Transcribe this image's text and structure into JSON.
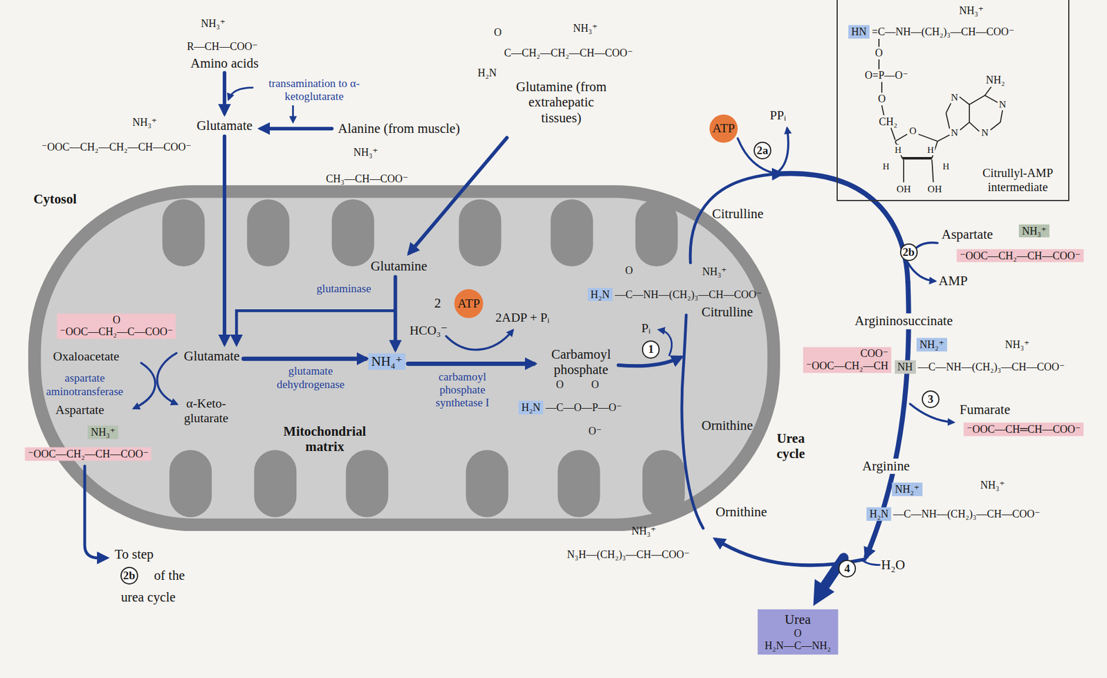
{
  "diagram": {
    "nodes": [
      {
        "text": [
          "Mitochondrial matrix"
        ]
      },
      {
        "text": [
          "O",
          "⁻OOC—CH₂—C—COO⁻"
        ],
        "in": 0
      },
      {
        "text": [
          "NH₃⁺"
        ],
        "in": 0
      },
      {
        "text": [
          "⁻OOC—CH₂—CH—COO⁻"
        ],
        "in": 0
      },
      {
        "text": [
          "NH₄⁺"
        ],
        "in": 0
      },
      {
        "text": [
          "ATP"
        ],
        "in": 0
      },
      {
        "text": [
          "1"
        ],
        "in": 0
      },
      {
        "text": [
          "H₂N"
        ],
        "in": 0
      },
      {
        "text": [
          "H₂N"
        ],
        "in": 0
      },
      {
        "text": [
          "2b"
        ]
      },
      {
        "text": [
          "Urea",
          "O",
          "H₂N—C—NH₂"
        ]
      },
      {
        "text": [
          "ATP"
        ]
      },
      {
        "text": [
          "2a"
        ]
      },
      {
        "text": [
          "Citrullyl-AMP intermediate"
        ]
      },
      {
        "text": [
          "HN"
        ],
        "in": 13
      },
      {
        "text": [
          "NH₃⁺"
        ]
      },
      {
        "text": [
          "⁻OOC—CH₂—CH—COO⁻"
        ]
      },
      {
        "text": [
          "2b"
        ]
      },
      {
        "text": [
          "COO⁻",
          "⁻OOC—CH₂—CH"
        ]
      },
      {
        "text": [
          "NH"
        ]
      },
      {
        "text": [
          "NH₂⁺"
        ]
      },
      {
        "text": [
          "3"
        ]
      },
      {
        "text": [
          "⁻OOC—CH═CH—COO⁻"
        ]
      },
      {
        "text": [
          "NH₂⁺"
        ]
      },
      {
        "text": [
          "H₂N"
        ]
      },
      {
        "text": [
          "4"
        ]
      }
    ],
    "labels": [
      "NH₃⁺",
      "R—CH—COO⁻",
      "Amino acids",
      "transamination to α-ketoglutarate",
      "NH₃⁺",
      "Glutamate",
      "⁻OOC—CH₂—CH₂—CH—COO⁻",
      "Alanine (from muscle)",
      "NH₃⁺",
      "CH₃—CH—COO⁻",
      "Cytosol",
      "O",
      "NH₃⁺",
      "C—CH₂—CH₂—CH—COO⁻",
      "H₂N",
      "Glutamine (from extrahepatic tissues)",
      "Glutamine",
      "glutaminase",
      "Oxaloacetate",
      "Glutamate",
      "aspartate aminotransferase",
      "Aspartate",
      "α-Keto- glutarate",
      "glutamate dehydrogenase",
      "2",
      "HCO₃⁻",
      "2ADP + Pᵢ",
      "carbamoyl phosphate synthetase I",
      "Carbamoyl phosphate",
      "O",
      "O",
      "—C—O—P—O⁻",
      "O⁻",
      "Pᵢ",
      "Citrulline",
      "O",
      "NH₃⁺",
      "—C—NH—(CH₂)₃—CH—COO⁻",
      "Ornithine",
      "Urea cycle",
      "To step",
      "of the",
      "urea cycle",
      "Ornithine",
      "NH₃⁺",
      "N₃H—(CH₂)₃—CH—COO⁻",
      "PPᵢ",
      "Citrulline",
      "NH₃⁺",
      "=C—NH—(CH₂)₃—CH—COO⁻",
      "O",
      "O=P—O⁻",
      "O",
      "CH₂",
      "O",
      "NH₂",
      "N",
      "N",
      "N",
      "N",
      "H",
      "H",
      "H",
      "H",
      "OH",
      "OH",
      "Aspartate",
      "AMP",
      "Argininosuccinate",
      "NH₃⁺",
      "—C—NH—(CH₂)₃—CH—COO⁻",
      "Fumarate",
      "Arginine",
      "NH₃⁺",
      "—C—NH—(CH₂)₃—CH—COO⁻",
      "H₂O"
    ]
  }
}
